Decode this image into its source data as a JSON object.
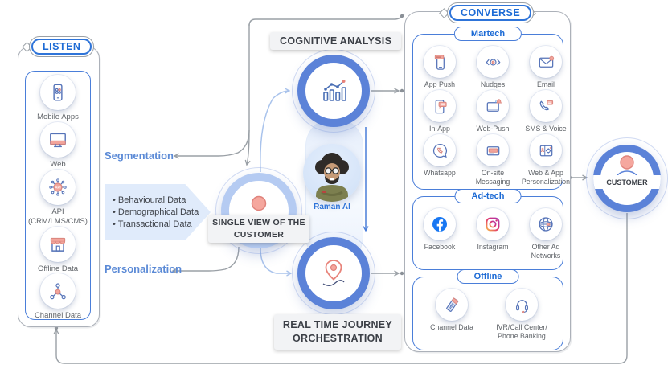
{
  "listen": {
    "title": "LISTEN",
    "items": [
      {
        "label": "Mobile Apps"
      },
      {
        "label": "Web"
      },
      {
        "label": "API (CRM/LMS/CMS)"
      },
      {
        "label": "Offline Data"
      },
      {
        "label": "Channel Data"
      }
    ]
  },
  "flows": {
    "segmentation": "Segmentation",
    "personalization": "Personalization"
  },
  "callout": {
    "items": [
      "Behavioural Data",
      "Demographical Data",
      "Transactional Data"
    ]
  },
  "single_view": {
    "label": "SINGLE VIEW OF THE CUSTOMER"
  },
  "cognitive": {
    "title": "COGNITIVE ANALYSIS"
  },
  "assistant": {
    "name": "Raman AI"
  },
  "journey": {
    "title": "REAL TIME JOURNEY ORCHESTRATION"
  },
  "converse": {
    "title": "CONVERSE",
    "martech": {
      "title": "Martech",
      "items": [
        {
          "label": "App Push"
        },
        {
          "label": "Nudges"
        },
        {
          "label": "Email"
        },
        {
          "label": "In-App"
        },
        {
          "label": "Web-Push"
        },
        {
          "label": "SMS & Voice"
        },
        {
          "label": "Whatsapp"
        },
        {
          "label": "On-site Messaging"
        },
        {
          "label": "Web & App Personalization"
        }
      ]
    },
    "adtech": {
      "title": "Ad-tech",
      "items": [
        {
          "label": "Facebook"
        },
        {
          "label": "Instagram"
        },
        {
          "label": "Other Ad Networks"
        }
      ]
    },
    "offline": {
      "title": "Offline",
      "items": [
        {
          "label": "Channel Data"
        },
        {
          "label": "IVR/Call Center/ Phone Banking"
        }
      ]
    }
  },
  "customer": {
    "label": "CUSTOMER"
  },
  "colors": {
    "accent_blue": "#2e74d9",
    "ring_blue": "#5b82d8",
    "ring_light_blue": "#b5cbf2",
    "salmon": "#f2a49b",
    "connector_gray": "#9aa0a6",
    "callout_bg": "#e0ebfb",
    "facebook_blue": "#1877f2"
  }
}
